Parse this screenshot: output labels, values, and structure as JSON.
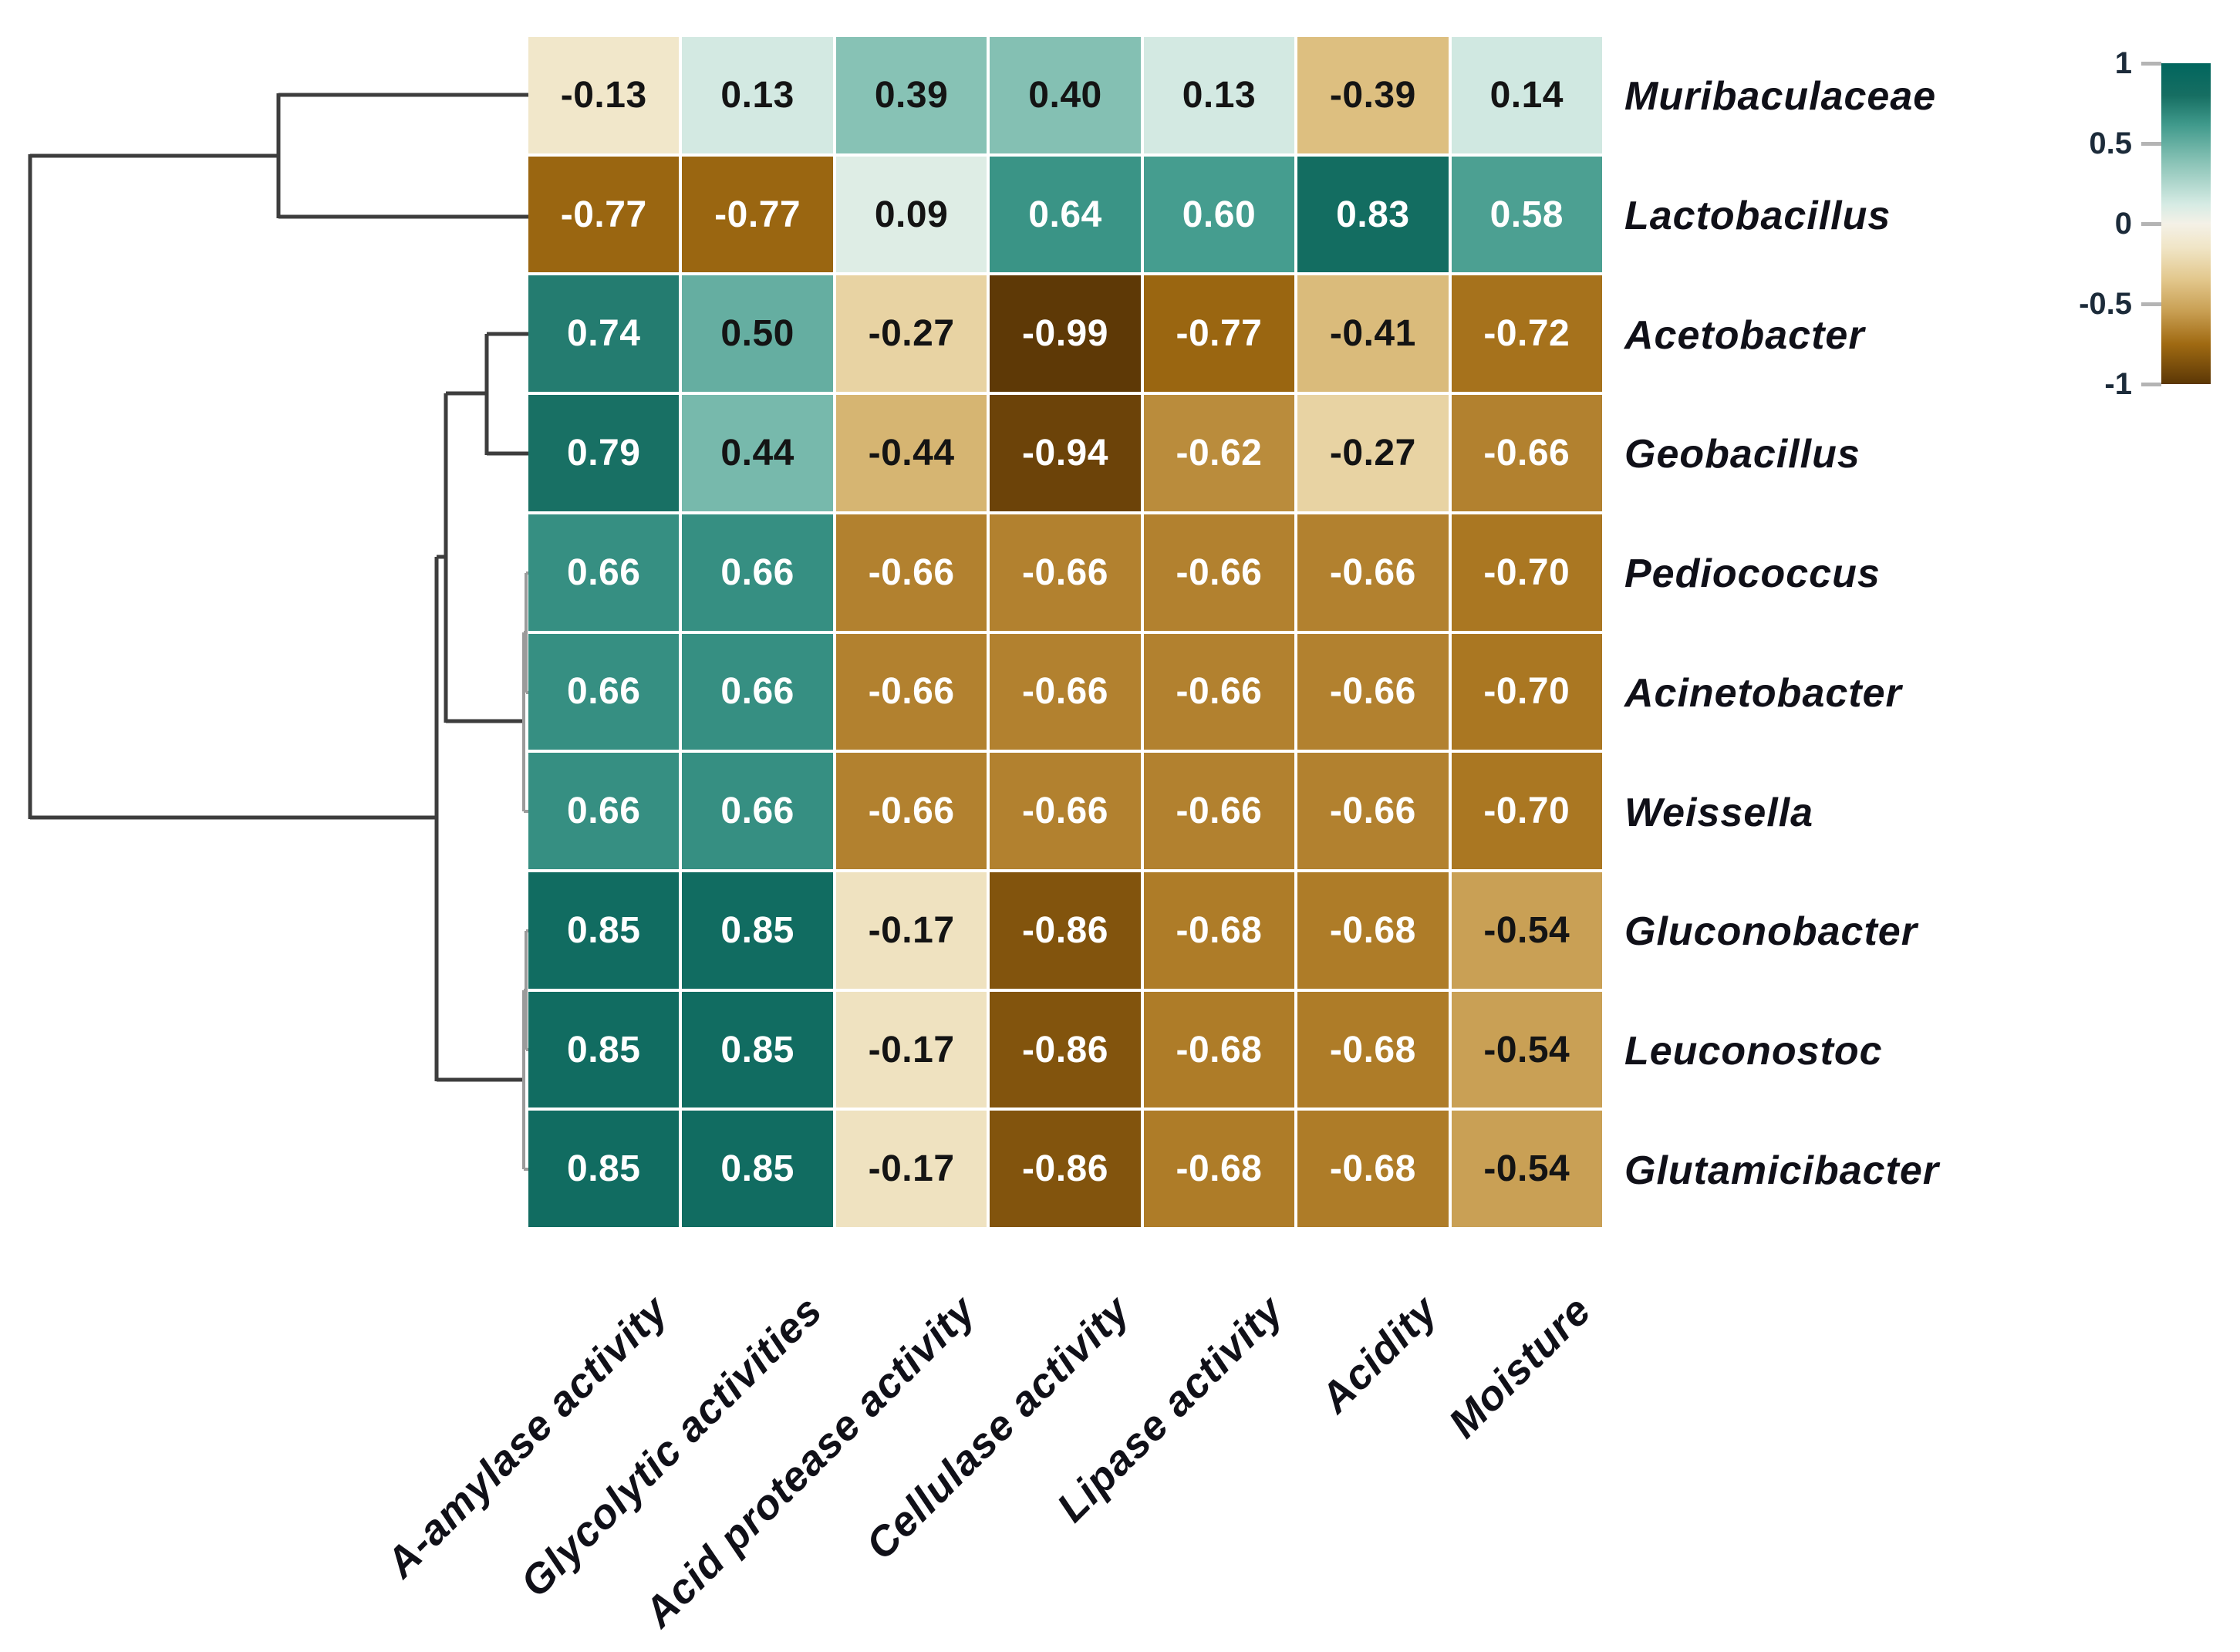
{
  "chart_data": {
    "type": "heatmap",
    "title": "",
    "rows": [
      "Muribaculaceae",
      "Lactobacillus",
      "Acetobacter",
      "Geobacillus",
      "Pediococcus",
      "Acinetobacter",
      "Weissella",
      "Gluconobacter",
      "Leuconostoc",
      "Glutamicibacter"
    ],
    "columns": [
      "A-amylase activity",
      "Glycolytic activities",
      "Acid protease activity",
      "Cellulase activity",
      "Lipase activity",
      "Acidity",
      "Moisture"
    ],
    "values": [
      [
        -0.13,
        0.13,
        0.39,
        0.4,
        0.13,
        -0.39,
        0.14
      ],
      [
        -0.77,
        -0.77,
        0.09,
        0.64,
        0.6,
        0.83,
        0.58
      ],
      [
        0.74,
        0.5,
        -0.27,
        -0.99,
        -0.77,
        -0.41,
        -0.72
      ],
      [
        0.79,
        0.44,
        -0.44,
        -0.94,
        -0.62,
        -0.27,
        -0.66
      ],
      [
        0.66,
        0.66,
        -0.66,
        -0.66,
        -0.66,
        -0.66,
        -0.7
      ],
      [
        0.66,
        0.66,
        -0.66,
        -0.66,
        -0.66,
        -0.66,
        -0.7
      ],
      [
        0.66,
        0.66,
        -0.66,
        -0.66,
        -0.66,
        -0.66,
        -0.7
      ],
      [
        0.85,
        0.85,
        -0.17,
        -0.86,
        -0.68,
        -0.68,
        -0.54
      ],
      [
        0.85,
        0.85,
        -0.17,
        -0.86,
        -0.68,
        -0.68,
        -0.54
      ],
      [
        0.85,
        0.85,
        -0.17,
        -0.86,
        -0.68,
        -0.68,
        -0.54
      ]
    ],
    "value_decimals": 2,
    "row_dendrogram": true,
    "legend_position": "right",
    "colorbar": {
      "ticks": [
        "1",
        "0.5",
        "0",
        "-0.5",
        "-1"
      ],
      "tick_values": [
        1,
        0.5,
        0,
        -0.5,
        -1
      ],
      "min": -1,
      "max": 1
    },
    "palette_stops": [
      [
        -1.0,
        "#5b3706"
      ],
      [
        -0.75,
        "#a06a12"
      ],
      [
        -0.55,
        "#c89e52"
      ],
      [
        -0.35,
        "#e2c78c"
      ],
      [
        -0.15,
        "#f0e5c6"
      ],
      [
        0.0,
        "#f4f1e7"
      ],
      [
        0.12,
        "#d6ebe4"
      ],
      [
        0.4,
        "#84c0b3"
      ],
      [
        0.62,
        "#3f998b"
      ],
      [
        0.8,
        "#166e62"
      ],
      [
        1.0,
        "#01665e"
      ]
    ],
    "cell_text_colors": {
      "light": "#ffffff",
      "dark": "#141414"
    },
    "dendrogram_colors": {
      "main": "#3d3d3d",
      "edge": "#9b9b9b"
    }
  }
}
